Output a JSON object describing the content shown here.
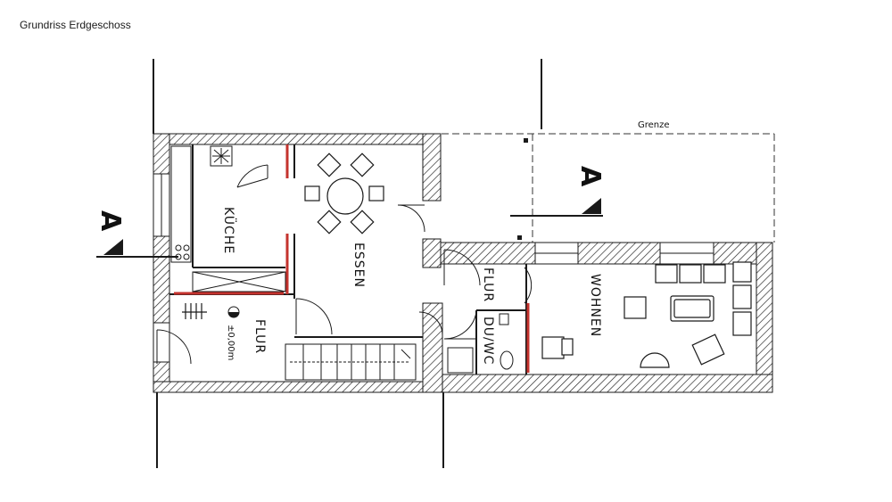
{
  "page": {
    "title": "Grundriss Erdgeschoss"
  },
  "plan": {
    "rooms": {
      "kueche": "KÜCHE",
      "essen": "ESSEN",
      "flur_main": "FLUR",
      "flur_small": "FLUR",
      "du_wc": "DU/WC",
      "wohnen": "WOHNEN"
    },
    "level_mark": "±0,00m",
    "boundary": "Grenze",
    "section_marks": [
      "A",
      "A"
    ]
  },
  "colors": {
    "line": "#1a1a1a",
    "accent": "#c4332e",
    "hatch": "#1a1a1a"
  }
}
